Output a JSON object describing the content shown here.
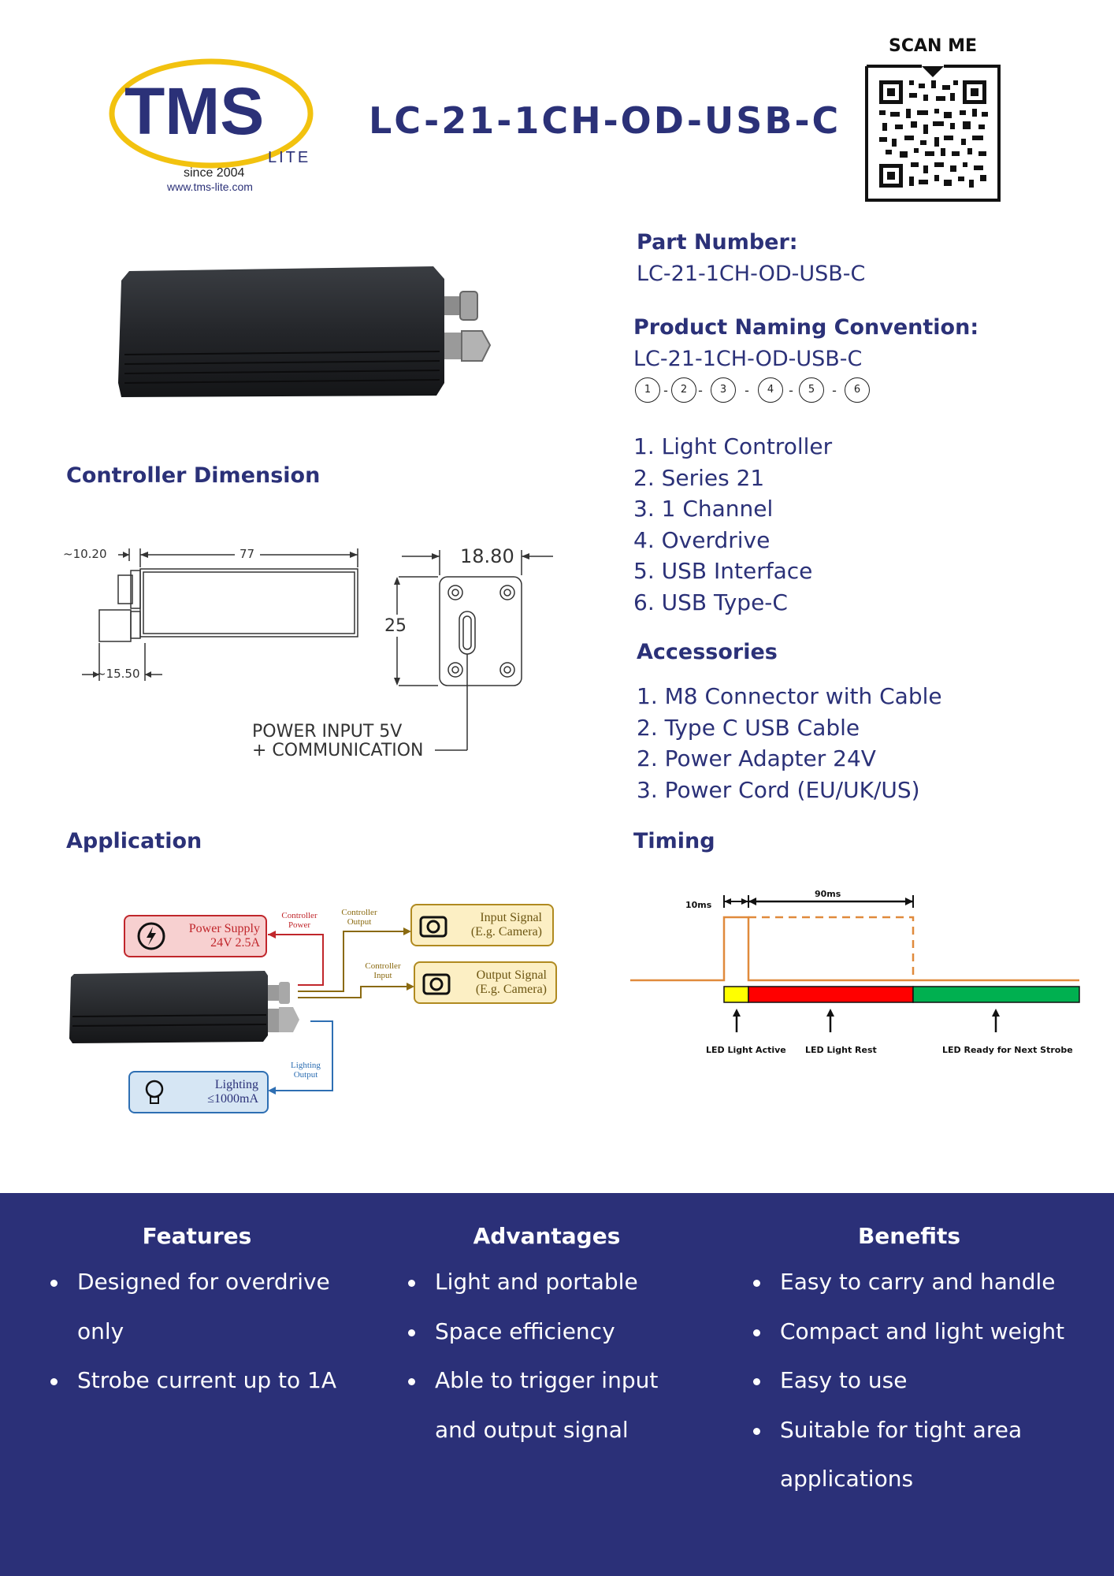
{
  "header": {
    "logo_text": "TMS",
    "logo_sub": "LITE",
    "since": "since 2004",
    "website": "www.tms-lite.com",
    "title": "LC-21-1CH-OD-USB-C",
    "scan_label": "SCAN ME"
  },
  "part": {
    "label": "Part Number:",
    "value": "LC-21-1CH-OD-USB-C"
  },
  "naming": {
    "label": "Product Naming Convention:",
    "value": "LC-21-1CH-OD-USB-C",
    "markers": [
      "1",
      "2",
      "3",
      "4",
      "5",
      "6"
    ],
    "items": [
      "1. Light Controller",
      "2. Series 21",
      "3. 1 Channel",
      "4. Overdrive",
      "5. USB Interface",
      "6. USB Type-C"
    ]
  },
  "accessories": {
    "label": "Accessories",
    "items": [
      "1. M8 Connector with Cable",
      "2. Type C USB Cable",
      "2. Power Adapter 24V",
      "3. Power Cord (EU/UK/US)"
    ]
  },
  "dimension": {
    "label": "Controller Dimension",
    "dim_10": "~10.20",
    "dim_77": "77",
    "dim_15": "~15.50",
    "dim_width": "18.80",
    "dim_height": "25",
    "power_line1": "POWER INPUT 5V",
    "power_line2": "+ COMMUNICATION"
  },
  "application": {
    "label": "Application",
    "power_supply_1": "Power Supply",
    "power_supply_2": "24V 2.5A",
    "controller_power_1": "Controller",
    "controller_power_2": "Power",
    "controller_output_1": "Controller",
    "controller_output_2": "Output",
    "controller_input_1": "Controller",
    "controller_input_2": "Input",
    "input_signal_1": "Input Signal",
    "input_signal_2": "(E.g. Camera)",
    "output_signal_1": "Output Signal",
    "output_signal_2": "(E.g. Camera)",
    "lighting_output_1": "Lighting",
    "lighting_output_2": "Output",
    "lighting_1": "Lighting",
    "lighting_2": "≤1000mA",
    "colors": {
      "power": "#c0262b",
      "signal": "#8a6a10",
      "lighting": "#2e6fb3"
    }
  },
  "timing": {
    "label": "Timing",
    "t1": "10ms",
    "t2": "90ms",
    "active": "LED Light Active",
    "rest": "LED Light Rest",
    "ready": "LED Ready for Next Strobe",
    "colors": {
      "active": "#ffff00",
      "rest": "#ff0000",
      "ready": "#00b050",
      "signal": "#e08a3c"
    }
  },
  "features": {
    "title": "Features",
    "items": [
      "Designed for overdrive",
      "only",
      "Strobe current up to 1A"
    ]
  },
  "advantages": {
    "title": "Advantages",
    "items": [
      "Light and portable",
      "Space efficiency",
      "Able to trigger input",
      "and output signal"
    ]
  },
  "benefits": {
    "title": "Benefits",
    "items": [
      "Easy to carry and handle",
      "Compact and light weight",
      "Easy to use",
      "Suitable for tight area",
      "applications"
    ]
  }
}
